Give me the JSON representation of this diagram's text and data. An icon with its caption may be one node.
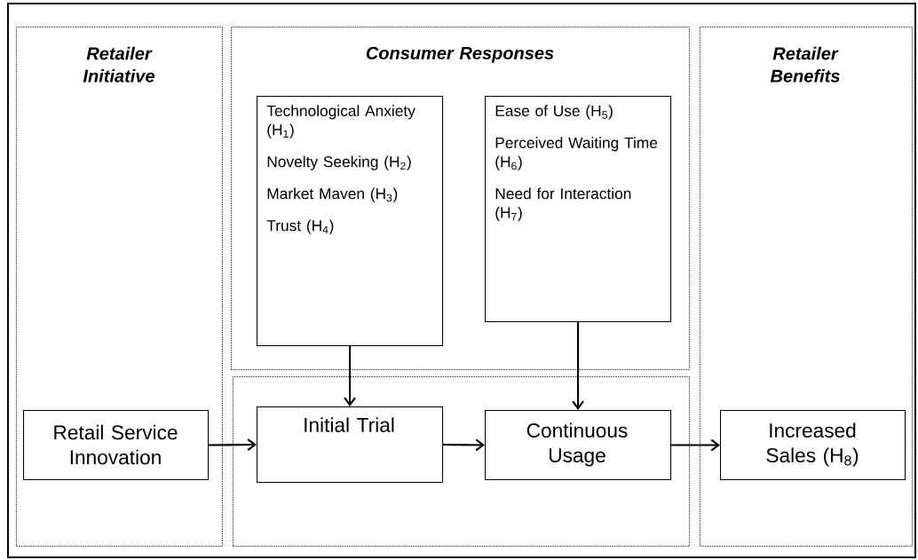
{
  "diagram": {
    "nodes": [
      {
        "text": [
          "Retailer Initiative"
        ]
      },
      {
        "text": [
          "Consumer Responses"
        ]
      },
      {
        "text": [
          "Technological Anxiety (H$_{1}$)",
          "Novelty Seeking (H$_{2}$)",
          "Market Maven (H$_{3}$)",
          "Trust (H$_{4}$)"
        ],
        "in": 1
      },
      {
        "text": [
          "Ease of Use (H$_{5}$)",
          "Perceived Waiting Time (H$_{6}$)",
          "Need for Interaction (H$_{7}$)"
        ],
        "in": 1
      },
      {
        "text": [],
        "shape": "box"
      },
      {
        "text": [
          "Retailer Benefits"
        ]
      },
      {
        "text": [
          "Retail Service Innovation"
        ],
        "in": 0
      },
      {
        "text": [
          "Initial Trial"
        ],
        "in": 4
      },
      {
        "text": [
          "Continuous Usage"
        ],
        "in": 4
      },
      {
        "text": [
          "Increased Sales (H$_{8}$)"
        ],
        "in": 5
      }
    ],
    "edges": [
      {
        "from": 6,
        "to": 7,
        "arrow": "to"
      },
      {
        "from": 2,
        "to": 7,
        "arrow": "to"
      },
      {
        "from": 7,
        "to": 8,
        "arrow": "to"
      },
      {
        "from": 3,
        "to": 8,
        "arrow": "to"
      },
      {
        "from": 8,
        "to": 9,
        "arrow": "to"
      }
    ]
  }
}
